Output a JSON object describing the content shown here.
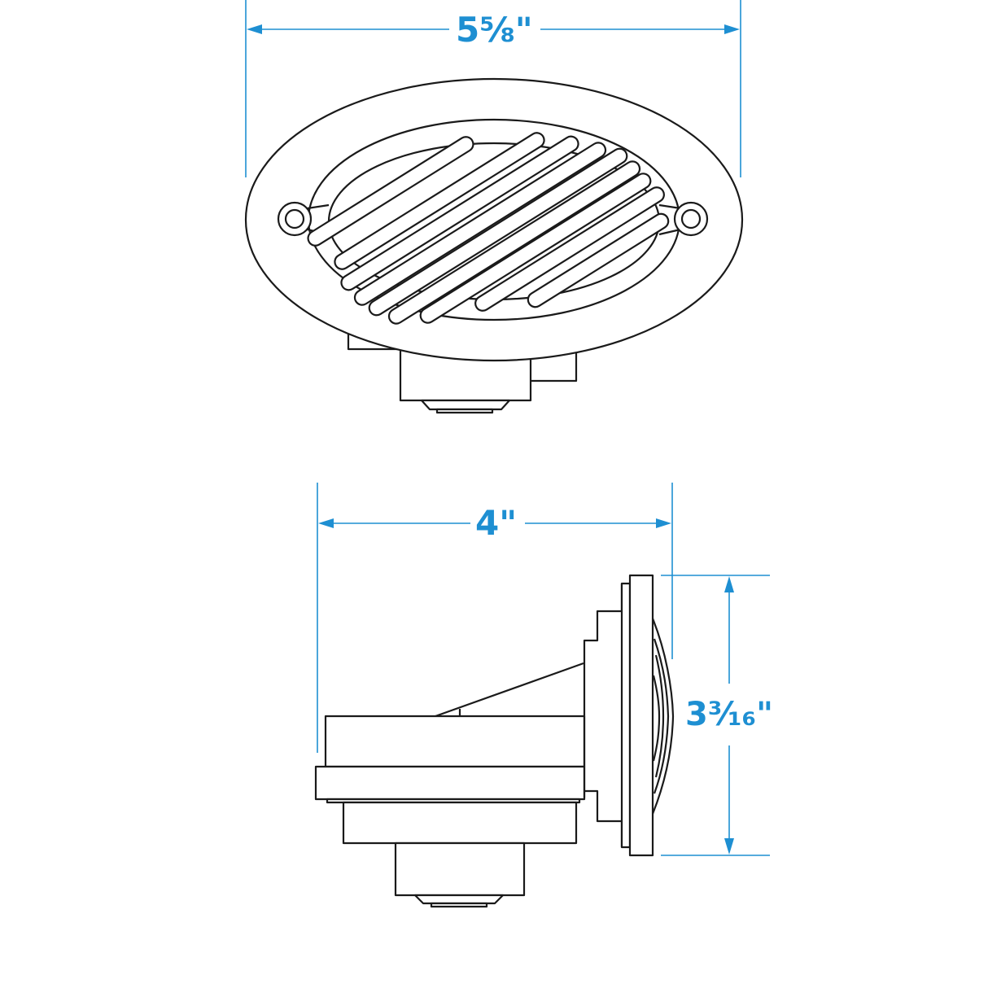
{
  "title": "Flush mount horn dimension drawing",
  "colors": {
    "dimension": "#1e8fd2",
    "outline": "#1a1a1a",
    "background": "#ffffff"
  },
  "top_view": {
    "width_dimension": "5⅝\"",
    "description": "Front view of oval horn with slotted grille and two mounting tabs"
  },
  "side_view": {
    "depth_dimension": "4\"",
    "height_dimension": "3³⁄₁₆\"",
    "description": "Side profile of horn showing flange, body and connector"
  }
}
